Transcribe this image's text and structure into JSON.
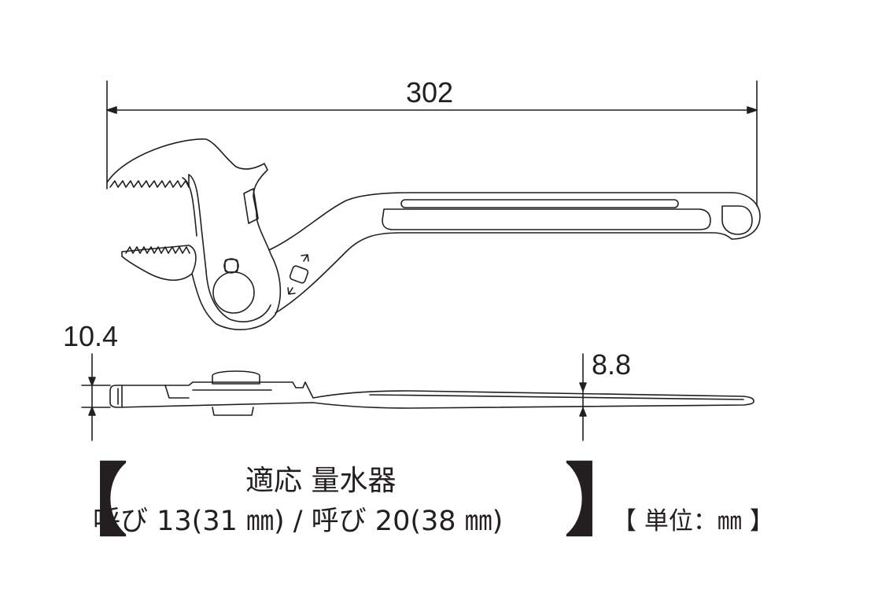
{
  "dimensions": {
    "length": "302",
    "thickness_left": "10.4",
    "thickness_right": "8.8"
  },
  "caption": {
    "title": "適応 量水器",
    "sizes": "呼び 13(31 ㎜)  / 呼び 20(38 ㎜)",
    "bracket_open": "【",
    "bracket_close": "】",
    "unit_note": "【 単位：㎜ 】"
  },
  "colors": {
    "line": "#231f20",
    "background": "#ffffff"
  }
}
